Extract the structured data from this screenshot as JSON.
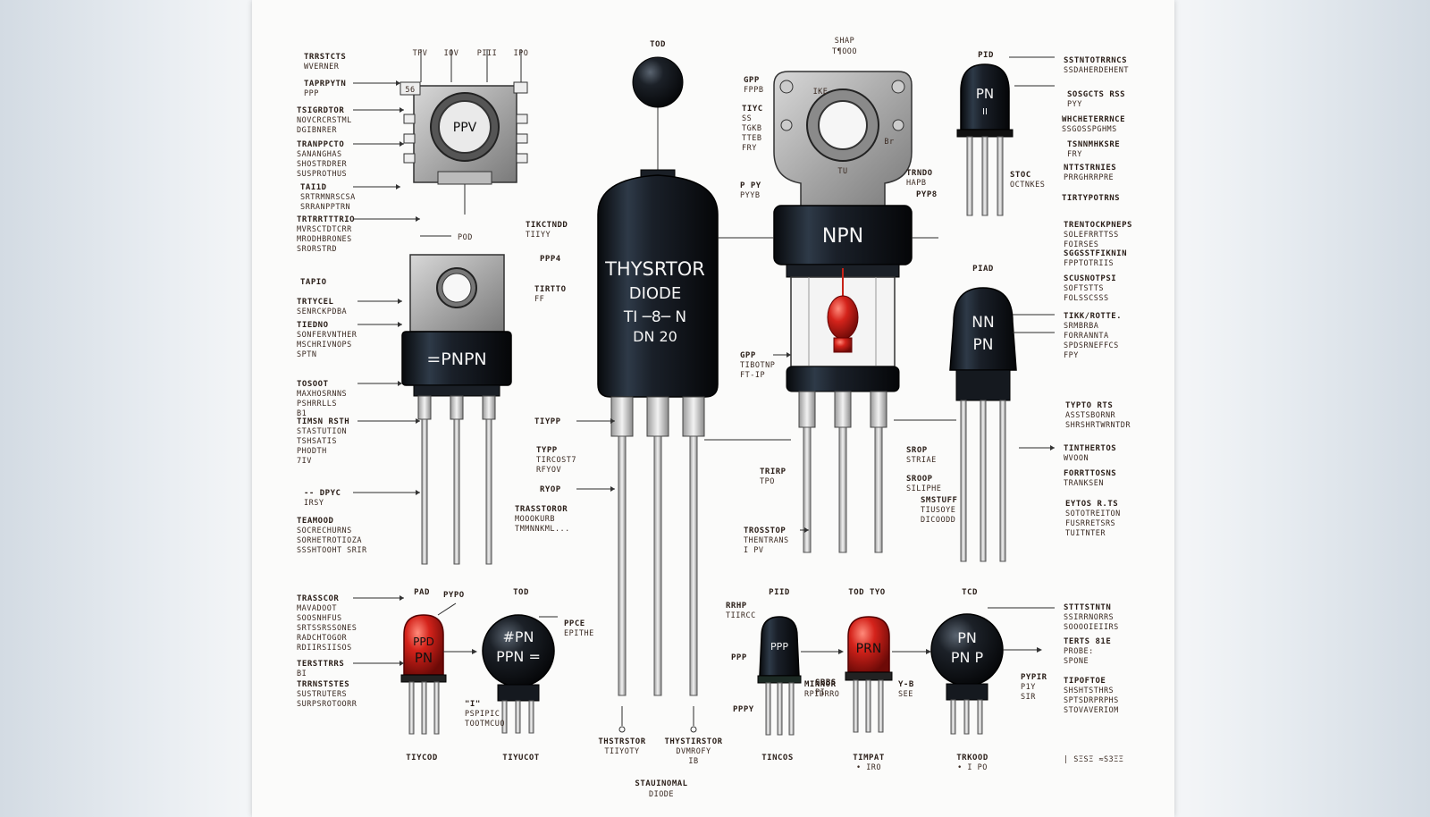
{
  "diagram": {
    "caption_line1": "STAUINOMAL",
    "caption_line2": "DIODE",
    "corner_note": "| SΞSΞ ≈S3ΞΞ",
    "components": {
      "ic_chip": {
        "marking": "PPV",
        "pad_left": "56",
        "top_labels": [
          "ΤΡV",
          "ΙΟV",
          "ΡΙΙΙ",
          "ΙΡΟ"
        ]
      },
      "thyristor": {
        "line1": "THYSRTOR",
        "line2": "DIODE",
        "line3": "TI ─8─ N",
        "line4": "DN 20",
        "top_label": "TOD"
      },
      "npn_bridge": {
        "marking": "NPN",
        "hole_left": "ΙΚΕ",
        "hole_right": "Br",
        "base_mark": "TU",
        "top_label1": "SHAP",
        "top_label2": "T¶OOO"
      },
      "npn_small_top": {
        "marking": "PN",
        "sub": "II",
        "top_label": "PID"
      },
      "pnpn_power": {
        "marking": "=PNPN",
        "top_label": "POD"
      },
      "npn_dome_right": {
        "line1": "NN",
        "line2": "PN",
        "top_label": "PIAD"
      },
      "red_led_left": {
        "line1": "PPD",
        "line2": "PN",
        "top_label": "PAD"
      },
      "black_round_left": {
        "line1": "#PN",
        "line2": "PPN =",
        "top_label": "TOD"
      },
      "small_black_bottom": {
        "marking": "PPP",
        "top_label": "PIID"
      },
      "red_led_bottom": {
        "marking": "PRN",
        "top_label": "TOD  TYO"
      },
      "black_round_bottom": {
        "line1": "PN",
        "line2": "PN P",
        "top_label": "TCD"
      }
    },
    "labels_left": [
      [
        "TRRSTCTS",
        "WVERNER"
      ],
      [
        "TAPRPYTN",
        "PPP"
      ],
      [
        "TSIGRDTOR",
        "NOVCRCRSTML",
        "DGIBNRER"
      ],
      [
        "TRANPPCTO",
        "SANANGHAS",
        "SHOSTRDRER",
        "SUSPROTHUS"
      ],
      [
        "TAI1D",
        "SRTRMNRSCSA",
        "SRRANPPTRN"
      ],
      [
        "TRTRRTTTRIO",
        "MVRSCTDTCRR",
        "MRODHBRONES",
        "SRORSTRD"
      ],
      [
        "TAPIO"
      ],
      [
        "TRTYCEL",
        "SENRCKPDBA"
      ],
      [
        "TIEDNO",
        "SONFERVNTHER",
        "MSCHRIVNOPS",
        "SPTN"
      ],
      [
        "TOSOOT",
        "MAXHOSRNNS",
        "PSHRRLLS",
        "B1"
      ],
      [
        "TIMSN RSTH",
        "STASTUTION",
        "TSHSATIS",
        "PHODTH",
        "7IV"
      ],
      [
        "-- DPYC",
        "IRSY"
      ],
      [
        "TEAMOOD",
        "SOCRECHURNS",
        "SORHETROTIOZA",
        "SSSHTOOHT SRIR"
      ],
      [
        "TRASSCOR",
        "MAVADOOT",
        "SOOSNHFUS",
        "SRTSSRSSONES",
        "RADCHTOGOR",
        "RDIIRSIISOS"
      ],
      [
        "TERSTTRRS",
        "BI"
      ],
      [
        "TRRNSTSTES",
        "SUSTRUTERS",
        "SURPSROTOORR"
      ]
    ],
    "labels_center_left": [
      [
        "TIKCTNDD",
        "TIIYY"
      ],
      [
        "PPP4"
      ],
      [
        "TIRTTO",
        "FF"
      ],
      [
        "TIYPP"
      ],
      [
        "TYPP",
        "TIRCOST7",
        "RFYOV"
      ],
      [
        "RYOP"
      ],
      [
        "TRASSTOROR",
        "MOOOKURB",
        "TMMNNKML..."
      ]
    ],
    "labels_center_right": [
      [
        "GPP",
        "FPPB"
      ],
      [
        "TIYC",
        "SS",
        "TGKB",
        "TTEB",
        "FRY"
      ],
      [
        "P PY",
        "PYYB"
      ],
      [
        "GPP",
        "TIBOTNP",
        "FT-IP"
      ],
      [
        "TRIRP",
        "TPO"
      ],
      [
        "TROSSTOP",
        "THENTRANS",
        "I PV"
      ],
      [
        "TRNDO",
        "HAPB"
      ],
      [
        "PYP8"
      ],
      [
        "SROP",
        "STRIAE"
      ],
      [
        "SROOP",
        "SILIPHE"
      ],
      [
        "SMSTUFF",
        "TIUSOYE",
        "DICOODD"
      ]
    ],
    "labels_right": [
      [
        "SSTNTOTRRNCS",
        "SSDAHERDEHENT"
      ],
      [
        "SOSGCTS RSS",
        "PYY"
      ],
      [
        "WHCHETERRNCE",
        "SSGOSSPGHMS"
      ],
      [
        "TSNNMHKSRE",
        "FRY"
      ],
      [
        "NTTSTRNIES",
        "PRRGHRRPRE"
      ],
      [
        "STOC",
        "OCTNKES"
      ],
      [
        "TIRTYPOTRNS"
      ],
      [
        "TRENTOCKPNEPS",
        "SOLEFRRTTSS",
        "FOIRSES"
      ],
      [
        "SGGSSTFIKNIN",
        "FPPTOTRIIS"
      ],
      [
        "SCUSNOTPSI",
        "SOFTSTTS",
        "FOLSSCSSS"
      ],
      [
        "TIKK/ROTTE.",
        "SRMBRBA",
        "FORRANNTA",
        "SPDSRNEFFCS",
        "FPY"
      ],
      [
        "TYPTO RTS",
        "ASSTSBORNR",
        "SHRSHRTWRNTDR"
      ],
      [
        "TINTHERTOS",
        "WVOON"
      ],
      [
        "FORRTTOSNS",
        "TRANKSEN"
      ],
      [
        "EYTOS R.TS",
        "SOTOTREITON",
        "FUSRRETSRS",
        "TUITNTER"
      ],
      [
        "STTTSTNTN",
        "SSIRRNORRS",
        "SOOOOIEIIRS"
      ],
      [
        "TERTS 81E",
        "PROBE:",
        "SPONE"
      ],
      [
        "TIPOFTOE",
        "SHSHTSTHRS",
        "SPTSDRPRPHS",
        "STOVAVERIOM"
      ]
    ],
    "labels_bottom": [
      [
        "TIYCOD"
      ],
      [
        "TIYUCOT"
      ],
      [
        "THSTRSTOR",
        "TIIYOTY"
      ],
      [
        "THYSTIRSTOR",
        "DVMROFY",
        "IB"
      ],
      [
        "TINCOS"
      ],
      [
        "TIMPAT",
        "• IRO"
      ],
      [
        "TRKOOD",
        "• I PO"
      ],
      [
        "\"I\"",
        "PSPIPIC",
        "TOOTMCUO"
      ],
      [
        "MINNOR",
        "RPIDRRO"
      ],
      [
        "PPP"
      ],
      [
        "PPPY"
      ],
      [
        "SBBS",
        "PI"
      ],
      [
        "PPCE",
        "EPITHE"
      ],
      [
        "PYPO"
      ],
      [
        "RRHP",
        "TIIRCC"
      ],
      [
        "Y-B",
        "SEE"
      ],
      [
        "PYPIR",
        "P1Y",
        "SIR"
      ]
    ]
  }
}
